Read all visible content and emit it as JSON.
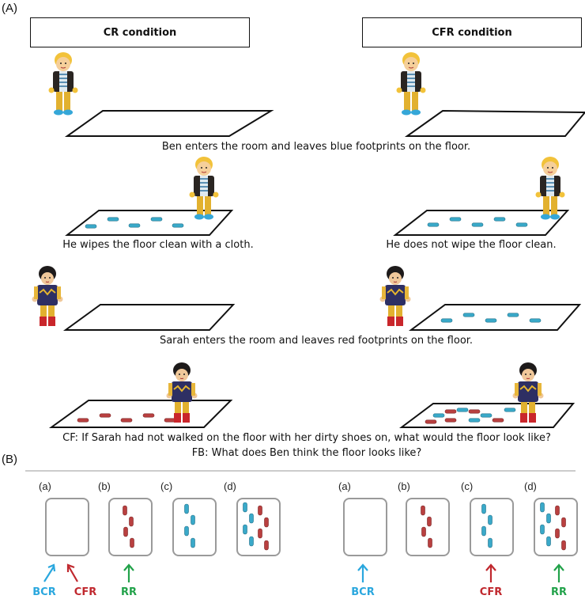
{
  "panel_a_label": "(A)",
  "panel_b_label": "(B)",
  "conditions": {
    "cr": "CR condition",
    "cfr": "CFR condition"
  },
  "captions": {
    "ben_enters": "Ben enters the room and leaves blue footprints on the floor.",
    "cr_wipe": "He wipes the floor clean with a cloth.",
    "cfr_nowipe": "He does not wipe the floor clean.",
    "sarah_enters": "Sarah enters the room and leaves red footprints on the floor.",
    "cf_question": "CF: If Sarah had not walked on the floor with her dirty shoes on, what would the floor look like?",
    "fb_question": "FB: What does Ben think the floor looks like?"
  },
  "option_labels": [
    "(a)",
    "(b)",
    "(c)",
    "(d)"
  ],
  "left_arrows": [
    {
      "label": "BCR",
      "color": "#2aa7de"
    },
    {
      "label": "CFR",
      "color": "#c0282e"
    },
    {
      "label": "RR",
      "color": "#22a24a"
    }
  ],
  "right_arrows": [
    {
      "label": "BCR",
      "color": "#2aa7de"
    },
    {
      "label": "CFR",
      "color": "#c0282e"
    },
    {
      "label": "RR",
      "color": "#22a24a"
    }
  ],
  "colors": {
    "blue_print": "#3aa9c9",
    "red_print": "#b94040"
  }
}
